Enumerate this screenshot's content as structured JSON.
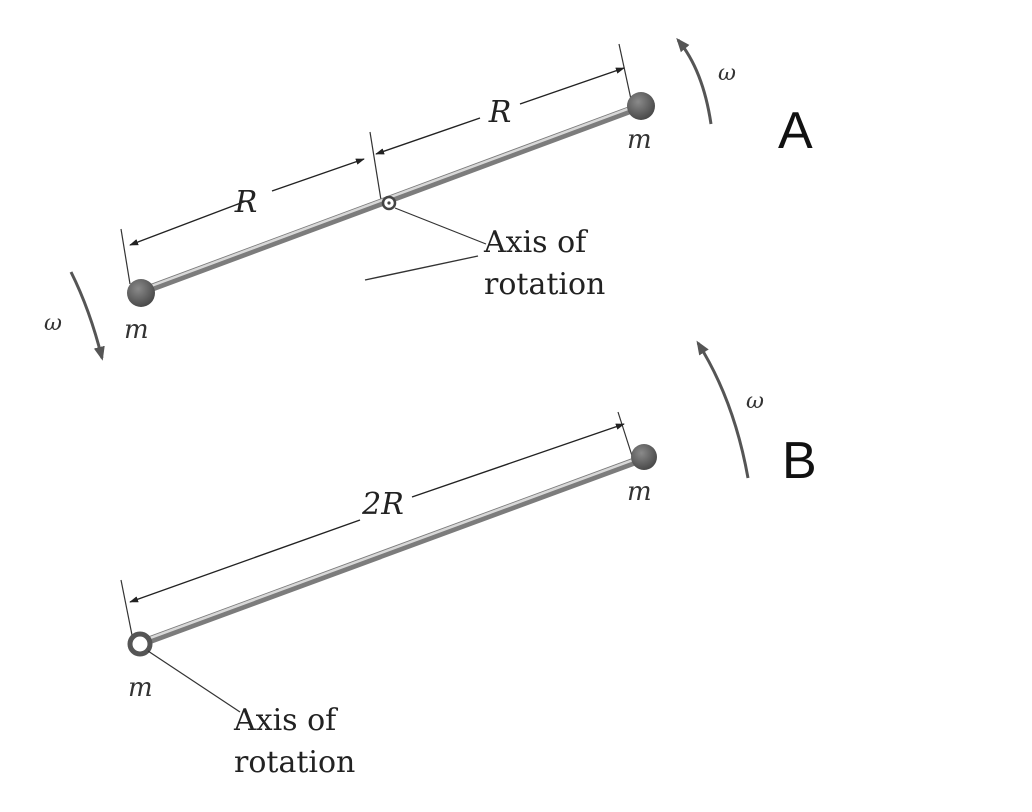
{
  "diagrams": {
    "A": {
      "label": "A",
      "mass_left": "m",
      "mass_right": "m",
      "dim_left": "R",
      "dim_right": "R",
      "omega_left": "ω",
      "omega_right": "ω",
      "axis_line1": "Axis of",
      "axis_line2": "rotation"
    },
    "B": {
      "label": "B",
      "mass_left": "m",
      "mass_right": "m",
      "dim": "2R",
      "omega": "ω",
      "axis_line1": "Axis of",
      "axis_line2": "rotation"
    }
  }
}
